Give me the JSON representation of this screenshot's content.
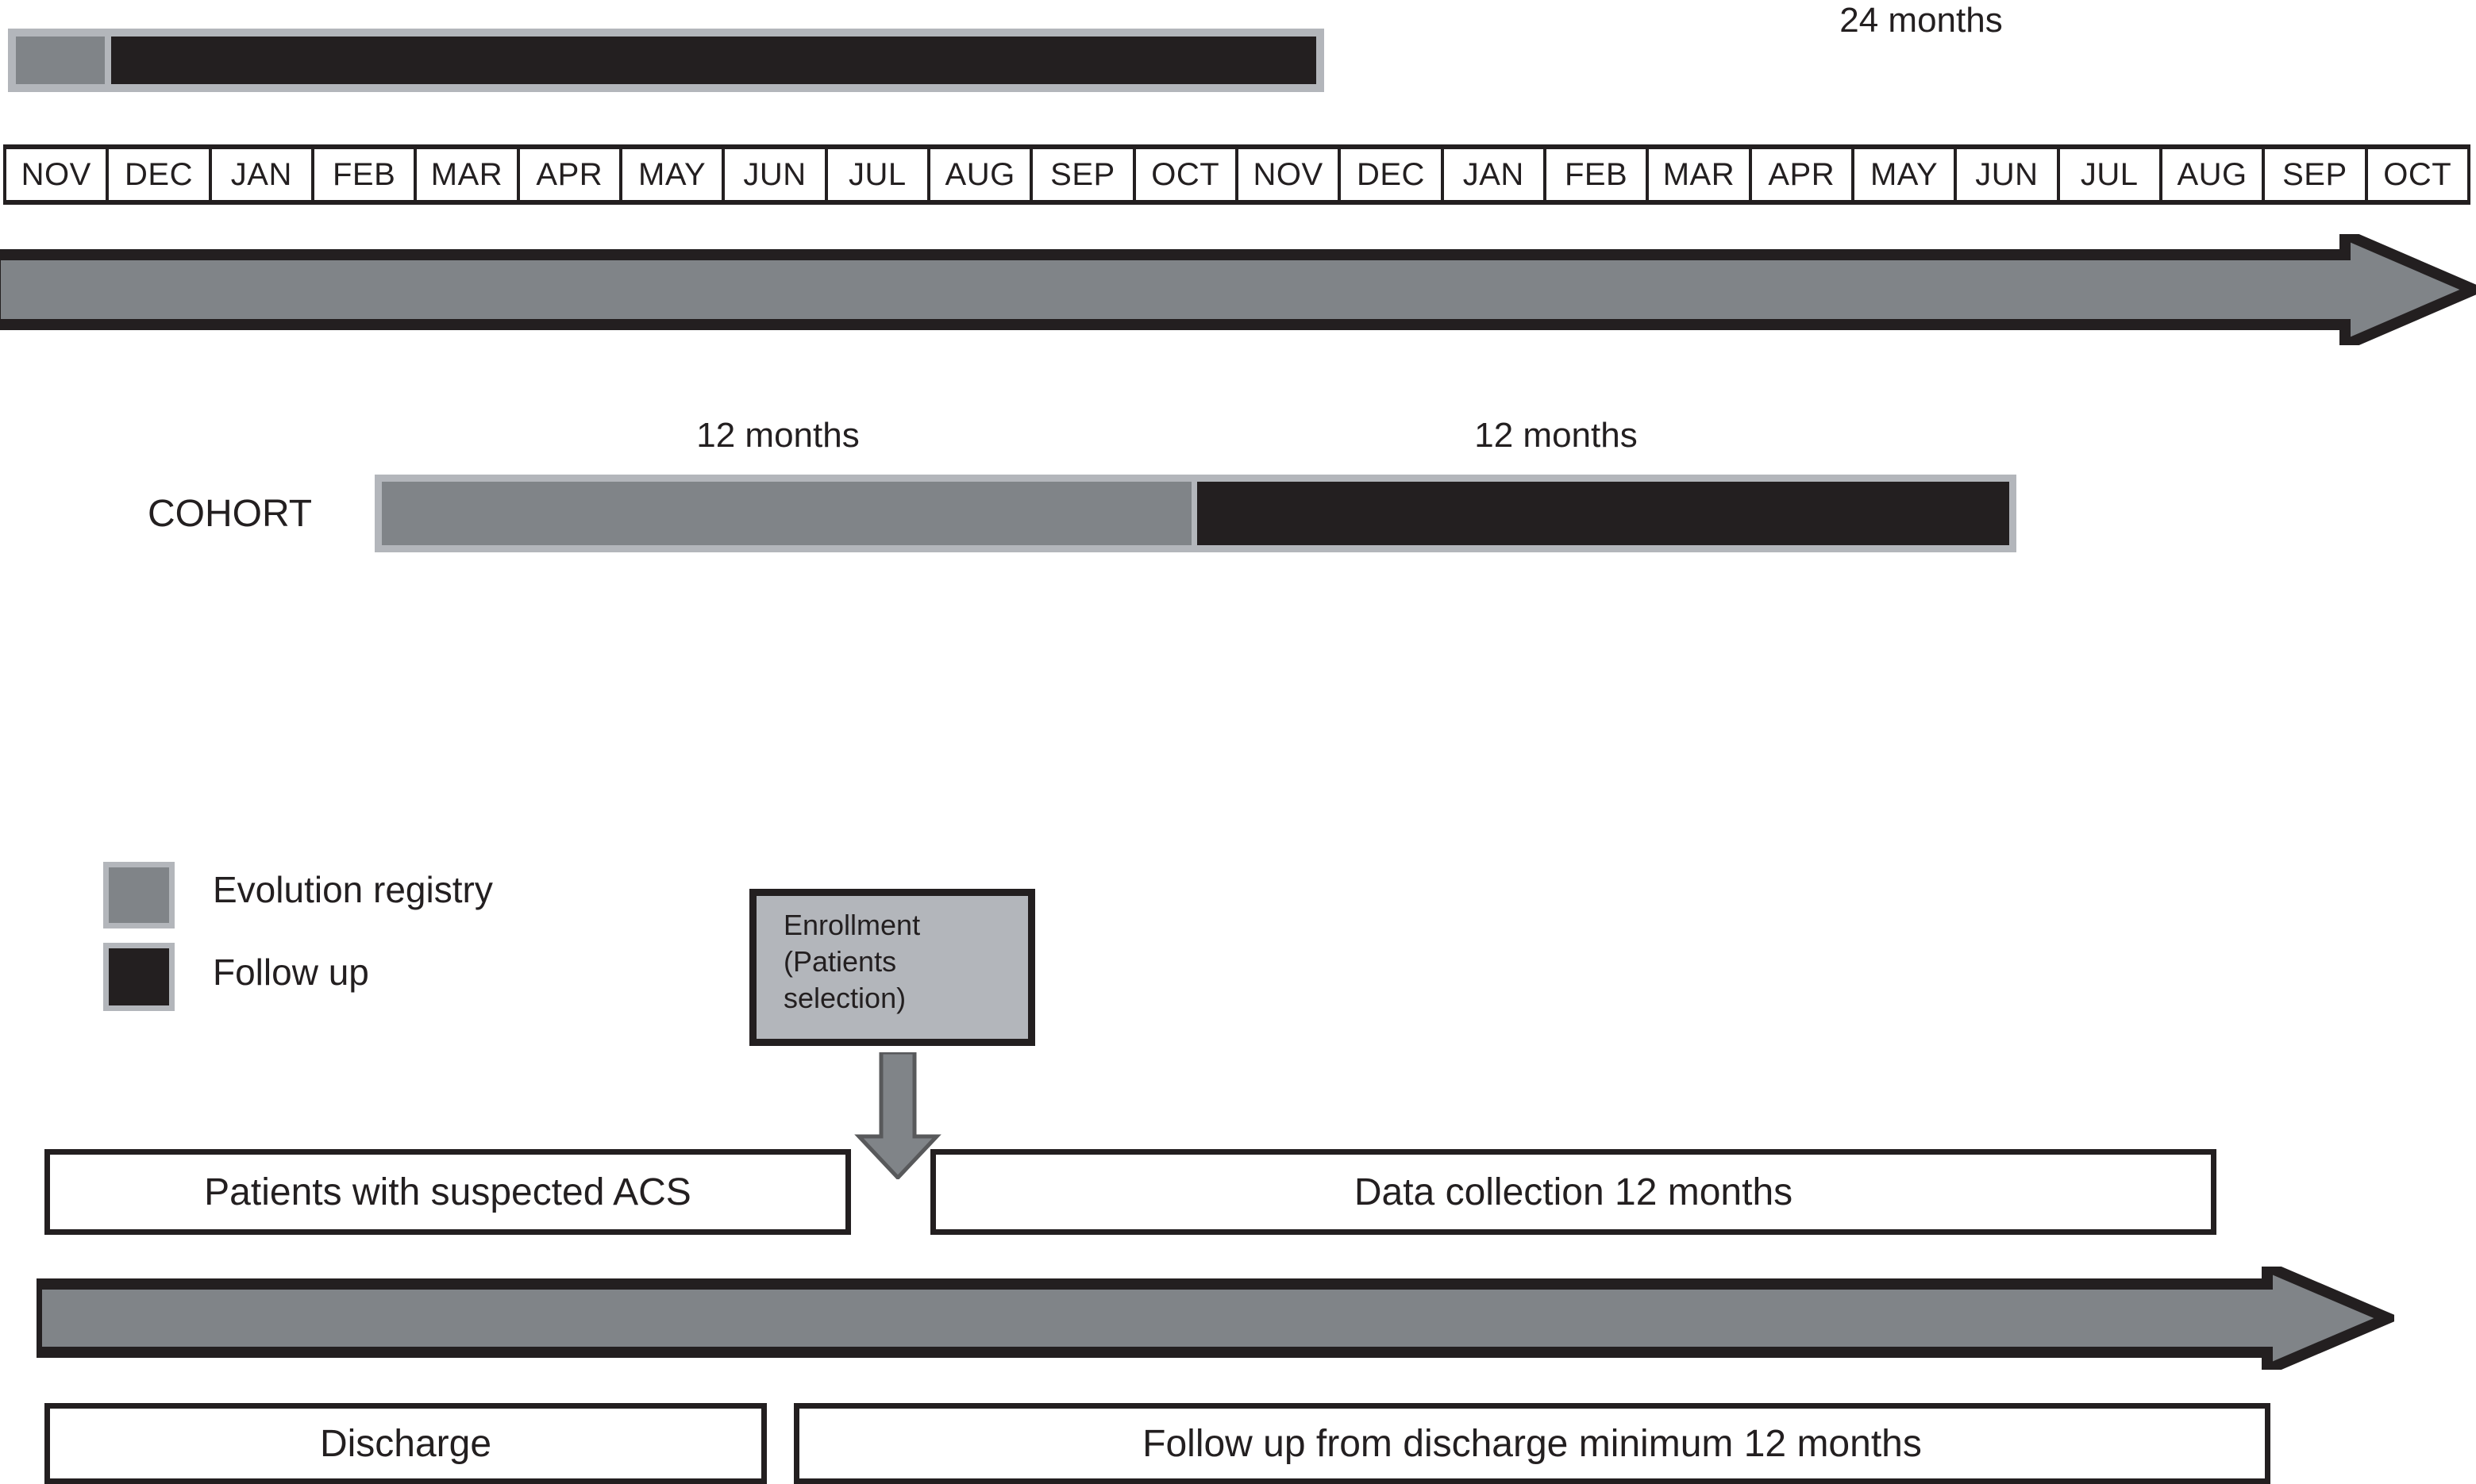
{
  "figure": {
    "title_top_right": "24 months",
    "cohort_label": "COHORT",
    "cohort_segment_labels": {
      "registry": "12 months",
      "followup": "12 months"
    }
  },
  "timeline": {
    "months": [
      "NOV",
      "DEC",
      "JAN",
      "FEB",
      "MAR",
      "APR",
      "MAY",
      "JUN",
      "JUL",
      "AUG",
      "SEP",
      "OCT",
      "NOV",
      "DEC",
      "JAN",
      "FEB",
      "MAR",
      "APR",
      "MAY",
      "JUN",
      "JUL",
      "AUG",
      "SEP",
      "OCT"
    ]
  },
  "legend": {
    "items": [
      {
        "label": "Evolution registry",
        "color": "#808488",
        "key": "registry"
      },
      {
        "label": "Follow up",
        "color": "#231f20",
        "key": "followup"
      }
    ]
  },
  "flow": {
    "enrollment_box": "Enrollment\n(Patients\nselection)",
    "enrollment_line1": "Enrollment",
    "enrollment_line2": "(Patients",
    "enrollment_line3": "selection)",
    "row_upper": [
      {
        "label": "Patients with suspected ACS"
      },
      {
        "label": "Data collection 12 months"
      }
    ],
    "row_lower": [
      {
        "label": "Discharge"
      },
      {
        "label": "Follow up from discharge minimum 12 months"
      }
    ]
  },
  "colors": {
    "registry_gray": "#808488",
    "followup_black": "#231f20",
    "bar_outline_gray": "#b3b6bb",
    "arrow_fill": "#808488",
    "arrow_outline": "#231f20",
    "enroll_fill": "#b3b6bb",
    "background": "#ffffff"
  },
  "chart_data": {
    "type": "table",
    "title": "Study design timeline (24 months)",
    "categories": [
      "NOV",
      "DEC",
      "JAN",
      "FEB",
      "MAR",
      "APR",
      "MAY",
      "JUN",
      "JUL",
      "AUG",
      "SEP",
      "OCT",
      "NOV",
      "DEC",
      "JAN",
      "FEB",
      "MAR",
      "APR",
      "MAY",
      "JUN",
      "JUL",
      "AUG",
      "SEP",
      "OCT"
    ],
    "series": [
      {
        "name": "Evolution registry",
        "span_months": [
          0,
          1
        ],
        "color": "#808488"
      },
      {
        "name": "Follow up",
        "span_months": [
          1,
          13
        ],
        "color": "#231f20"
      },
      {
        "name": "COHORT evolution registry",
        "span_months": [
          4,
          12
        ],
        "color": "#808488"
      },
      {
        "name": "COHORT follow up",
        "span_months": [
          12,
          20
        ],
        "color": "#231f20"
      }
    ],
    "annotations": [
      "24 months",
      "12 months",
      "12 months"
    ],
    "xlabel": "",
    "ylabel": "",
    "grid": false,
    "legend_position": "lower-left"
  }
}
